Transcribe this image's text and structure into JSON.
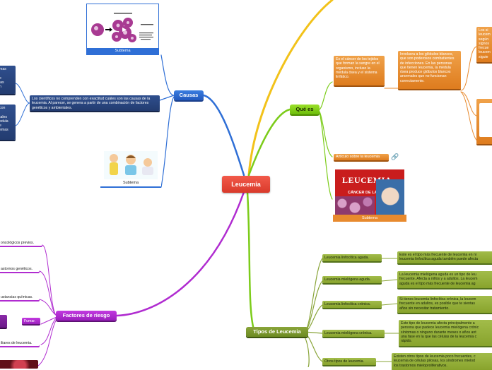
{
  "center": "Leucemia",
  "branches": {
    "causas": "Causas",
    "que_es": "Qué es",
    "factores": "Factores de riesgo",
    "tipos": "Tipos de Leucemia"
  },
  "causas": {
    "desc": "Los científicos no comprenden con exactitud cuáles son las causas de la leucemia. Al parecer, se genera a partir de una combinación de factores genéticos y ambientales.",
    "left_top": "mas\n\ne\nlas\nn",
    "left_mid": "con\n\ntales\nedula\ne\nemas",
    "subtema_top": "Subtema",
    "subtema_bottom": "Subtema"
  },
  "que_es": {
    "desc1": "Es el cáncer de los tejidos que forman la sangre en el organismo, incluso la médula ósea y el sistema linfático.",
    "desc2": "Involucra a los glóbulos blancos, que son poderosos combatientes de infecciones. En las personas que tienen leucemia, la médula ósea produce glóbulos blancos anormales que no funcionan correctamente.",
    "right_clip": "Los si\nleucem\nsegún\nsignos\nfrecue\nleucem\nsiguie",
    "article": "Artículo sobre la leucemia",
    "subtema": "Subtema",
    "image_title": "LEUCEMIA",
    "image_subtitle": "CÁNCER DE LA SANGRE"
  },
  "factores": {
    "items": [
      "oncológicos previos.",
      "astornos genéticos.",
      "ustancias químicas.",
      "Fumar.",
      "iliares de leucemia."
    ]
  },
  "tipos": {
    "items": [
      {
        "name": "Leucemia linfocítica aguda.",
        "desc": "Este es el tipo más frecuente de leucemia en ni\nleucemia linfocítica aguda también puede afecta"
      },
      {
        "name": "Leucemia mielógena aguda.",
        "desc": "La leucemia mielógena aguda es un tipo de leu\nfrecuente. Afecta a niños y a adultos. La leucem\naguda es el tipo más frecuente de leucemia ag"
      },
      {
        "name": "Leucemia linfocítica crónica.",
        "desc": "Si tienes leucemia linfocítica crónica, la leucem\nfrecuente en adultos, es posible que te sientas\naños sin necesitar tratamiento."
      },
      {
        "name": "Leucemia mielógena crónica.",
        "desc": "Este tipo de leucemia afecta principalmente a\npersona que padece leucemia mielógena crónic\nsíntomas o ninguno durante meses o años ant\nuna fase en la que las células de la leucemia c\nrápido."
      },
      {
        "name": "Otros tipos de leucemia.",
        "desc": "Existen otros tipos de leucemia poco frecuentes, c\nleucemia de células pilosas, los síndromes mielod\nlos trastornos mieloproliferativos."
      }
    ]
  },
  "colors": {
    "blue": "#2f6fd6",
    "green": "#7ccc1a",
    "purple": "#b02cd0",
    "red": "#e8483a",
    "orange": "#e88a2e",
    "yellow": "#f2c21a"
  }
}
